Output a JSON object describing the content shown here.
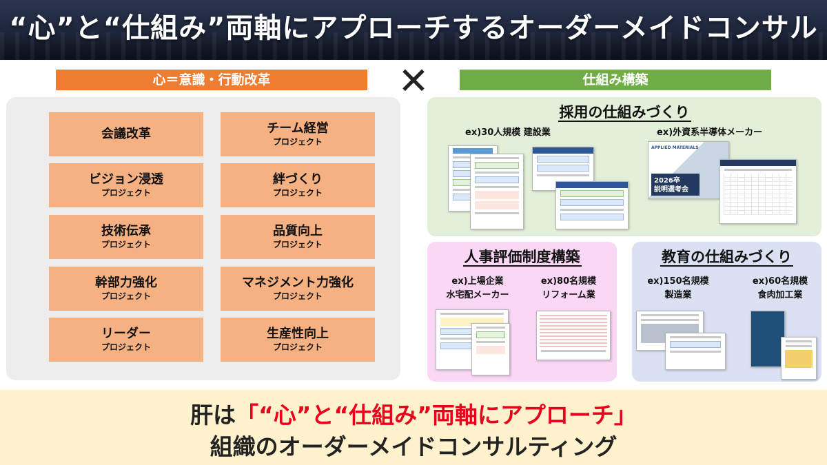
{
  "header": {
    "title": "“心”と“仕組み”両軸にアプローチするオーダーメイドコンサル"
  },
  "left": {
    "label": "心＝意識・行動改革",
    "projects": [
      {
        "name": "会議改革",
        "sub": ""
      },
      {
        "name": "チーム経営",
        "sub": "プロジェクト"
      },
      {
        "name": "ビジョン浸透",
        "sub": "プロジェクト"
      },
      {
        "name": "絆づくり",
        "sub": "プロジェクト"
      },
      {
        "name": "技術伝承",
        "sub": "プロジェクト"
      },
      {
        "name": "品質向上",
        "sub": "プロジェクト"
      },
      {
        "name": "幹部力強化",
        "sub": "プロジェクト"
      },
      {
        "name": "マネジメント力強化",
        "sub": "プロジェクト"
      },
      {
        "name": "リーダー",
        "sub": "プロジェクト"
      },
      {
        "name": "生産性向上",
        "sub": "プロジェクト"
      }
    ]
  },
  "cross": "✕",
  "right": {
    "label": "仕組み構築",
    "recruit": {
      "title": "採用の仕組みづくり",
      "ex1": "ex)30人規模 建設業",
      "ex2": "ex)外資系半導体メーカー",
      "doc_brand": "APPLIED MATERIALS",
      "doc_year": "2026卒",
      "doc_event": "説明選考会"
    },
    "eval": {
      "title": "人事評価制度構築",
      "ex1_line1": "ex)上場企業",
      "ex1_line2": "水宅配メーカー",
      "ex2_line1": "ex)80名規模",
      "ex2_line2": "リフォーム業"
    },
    "edu": {
      "title": "教育の仕組みづくり",
      "ex1_line1": "ex)150名規模",
      "ex1_line2": "製造業",
      "ex2_line1": "ex)60名規模",
      "ex2_line2": "食肉加工業"
    }
  },
  "bottom": {
    "line1_prefix": "肝は",
    "line1_highlight": "「“心”と“仕組み”両軸にアプローチ」",
    "line2": "組織のオーダーメイドコンサルティング"
  },
  "colors": {
    "orange": "#ee7d31",
    "green": "#70ad47",
    "project_box": "#f6b183",
    "highlight_red": "#e8001c"
  }
}
